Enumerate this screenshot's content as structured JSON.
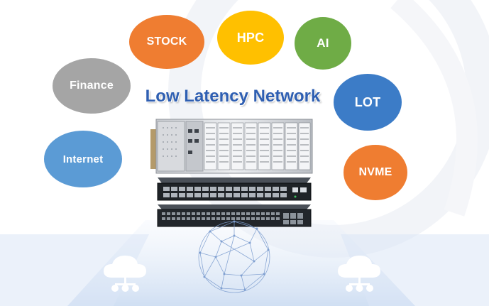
{
  "title": "Low Latency Network",
  "bubbles": {
    "stock": "STOCK",
    "hpc": "HPC",
    "ai": "AI",
    "finance": "Finance",
    "lot": "LOT",
    "internet": "Internet",
    "nvme": "NVME"
  },
  "colors": {
    "orange": "#ef7d31",
    "yellow": "#ffc000",
    "green": "#6fac46",
    "gray": "#a5a5a5",
    "blue_dark": "#3c7cc7",
    "blue_light": "#5b9bd5",
    "title_blue": "#2f5fb2"
  },
  "icons": [
    "cloud-network-icon",
    "cloud-network-icon",
    "globe-wireframe-icon"
  ],
  "devices": [
    "chassis-switch",
    "top-switch",
    "bottom-switch"
  ]
}
